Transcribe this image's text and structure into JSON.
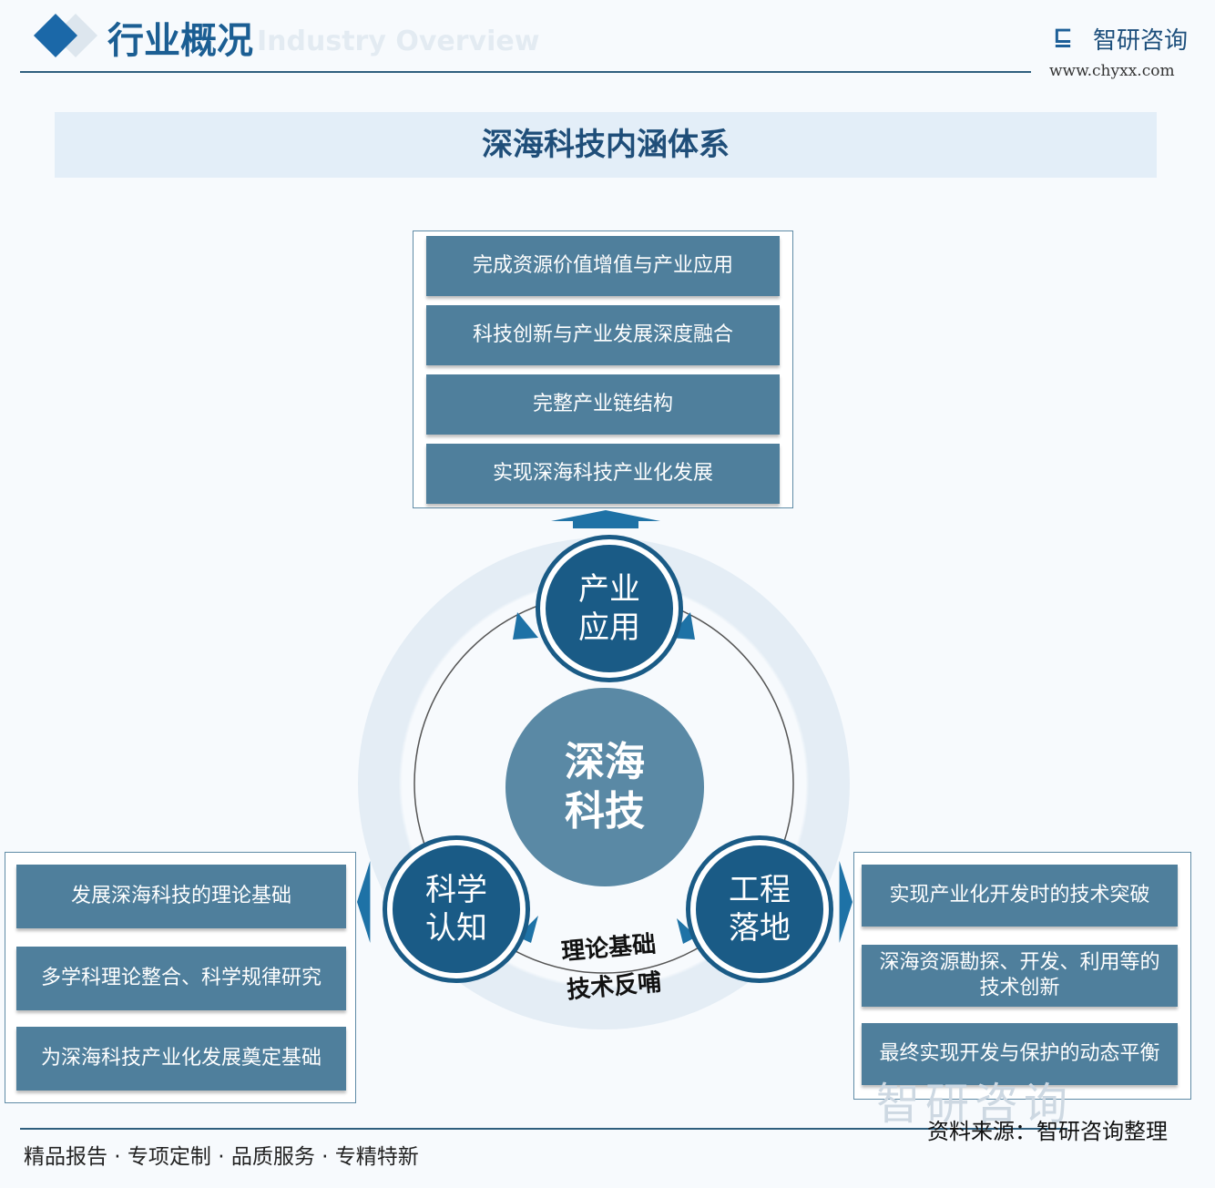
{
  "header": {
    "title": "行业概况",
    "subtitle": "Industry Overview",
    "brand": "智研咨询",
    "url": "www.chyxx.com"
  },
  "banner": {
    "title": "深海科技内涵体系"
  },
  "top_box": {
    "items": [
      "完成资源价值增值与产业应用",
      "科技创新与产业发展深度融合",
      "完整产业链结构",
      "实现深海科技产业化发展"
    ]
  },
  "left_box": {
    "items": [
      "发展深海科技的理论基础",
      "多学科理论整合、科学规律研究",
      "为深海科技产业化发展奠定基础"
    ]
  },
  "right_box": {
    "items": [
      "实现产业化开发时的技术突破",
      "深海资源勘探、开发、利用等的技术创新",
      "最终实现开发与保护的动态平衡"
    ]
  },
  "center": {
    "label": "深海\n科技"
  },
  "nodes": {
    "top": "产业\n应用",
    "left": "科学\n认知",
    "right": "工程\n落地"
  },
  "arrows": {
    "upper": "理论基础",
    "lower": "技术反哺"
  },
  "footer": {
    "slogan": "精品报告 · 专项定制 · 品质服务 · 专精特新",
    "source": "资料来源：智研咨询整理",
    "watermark": "智研咨询"
  },
  "colors": {
    "primary": "#1a5b86",
    "box": "#4f7f9c",
    "banner": "#e3eef8"
  }
}
